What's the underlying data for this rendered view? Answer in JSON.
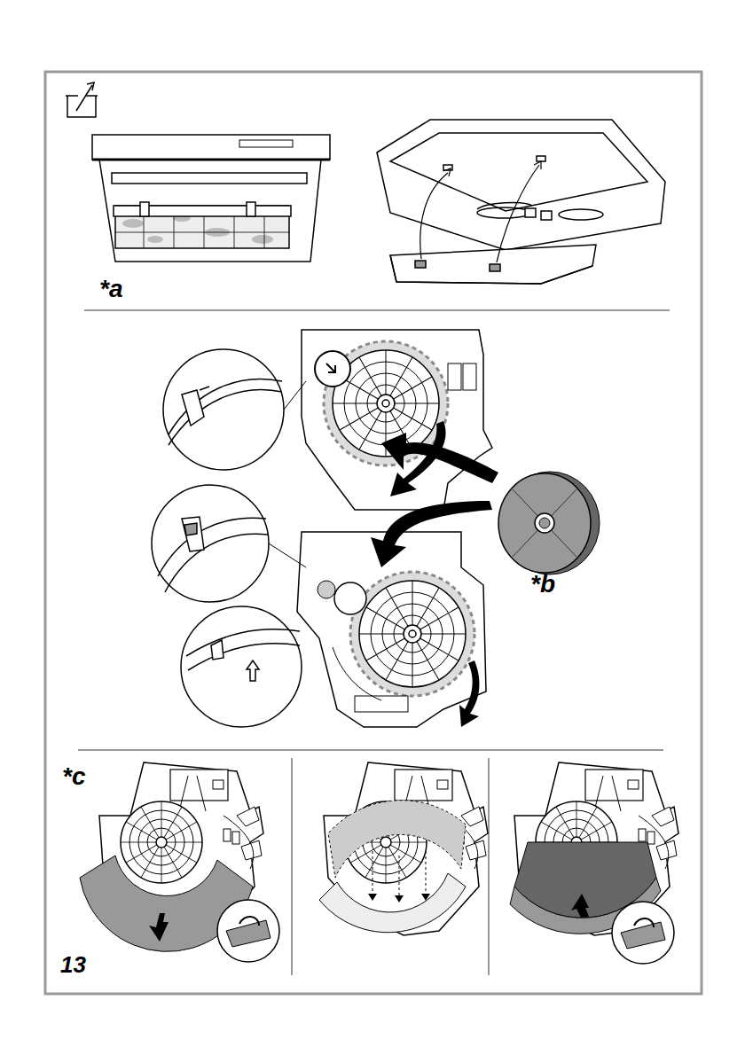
{
  "diagram": {
    "labels": [
      "*a",
      "*b",
      "*c",
      "13"
    ]
  }
}
